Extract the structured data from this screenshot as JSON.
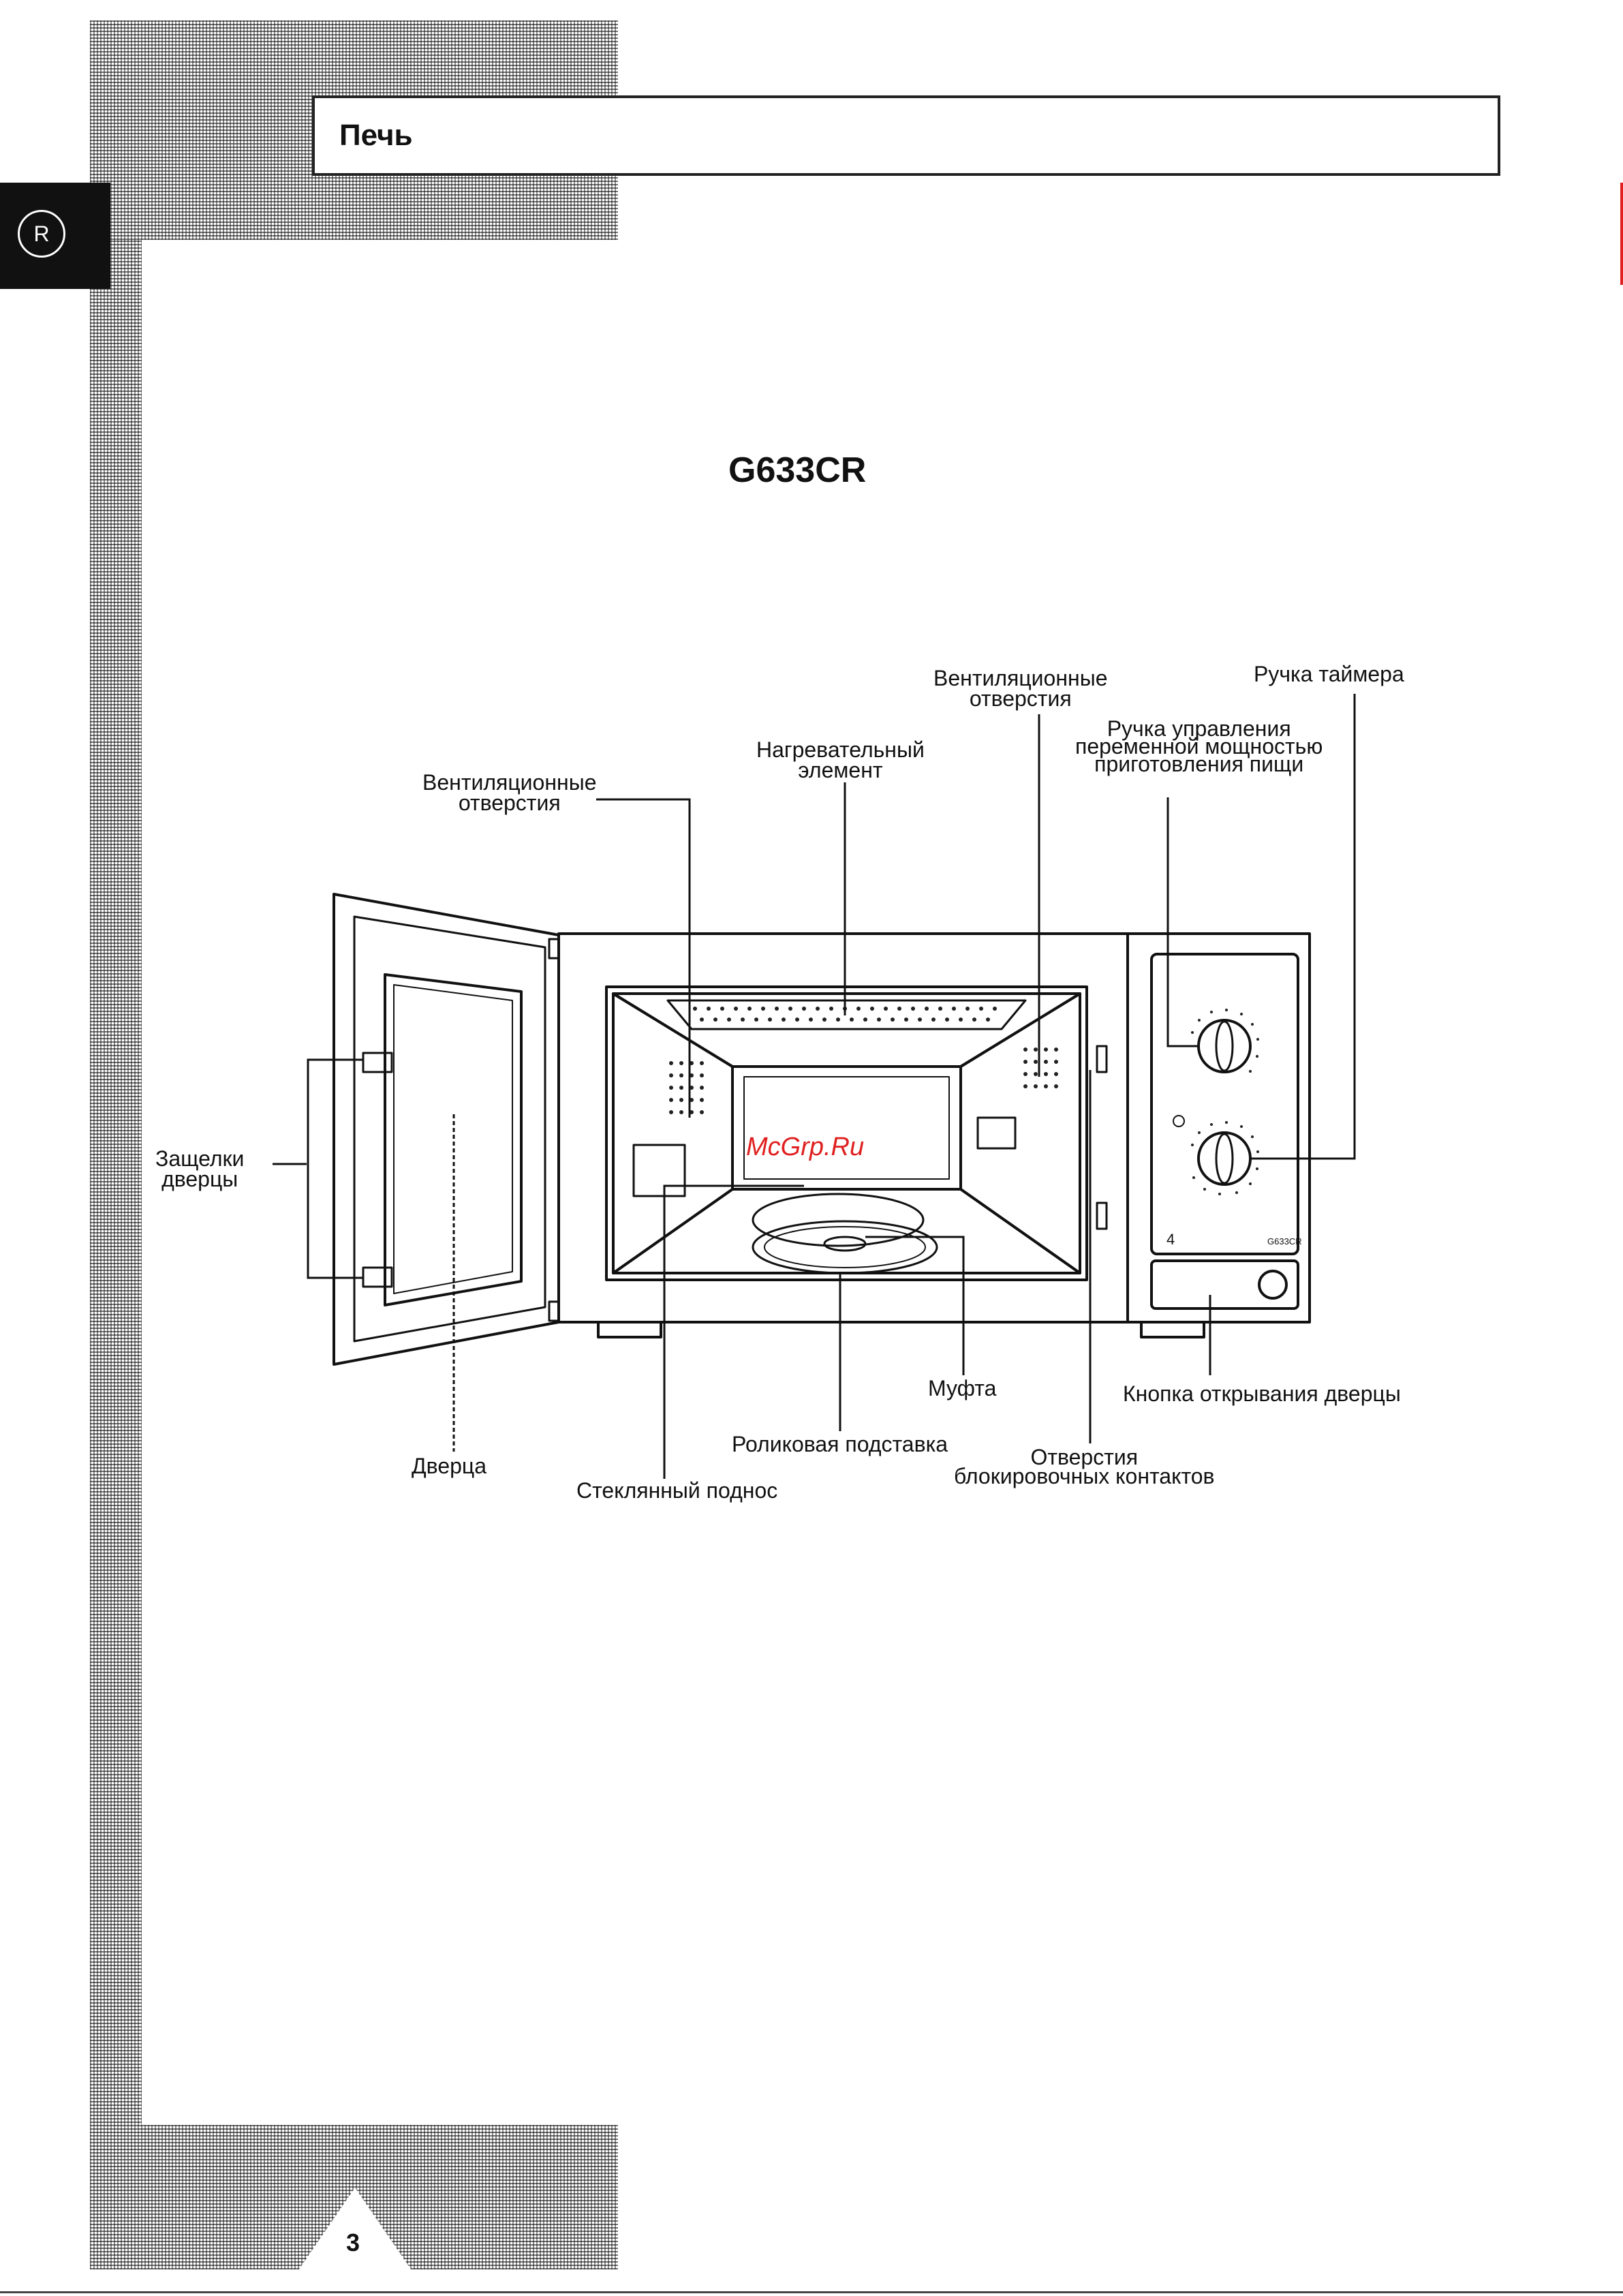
{
  "header": {
    "title": "Печь"
  },
  "language_tab": {
    "letter": "R"
  },
  "model": "G633CR",
  "watermark": "McGrp.Ru",
  "page_number": "3",
  "labels": {
    "vent_left": [
      "Вентиляционные",
      "отверстия"
    ],
    "heater": [
      "Нагревательный",
      "элемент"
    ],
    "vent_right": [
      "Вентиляционные",
      "отверстия"
    ],
    "power_knob": [
      "Ручка управления",
      "переменной мощностью",
      "приготовления пищи"
    ],
    "timer_knob": "Ручка таймера",
    "door_latches": [
      "Защелки",
      "дверцы"
    ],
    "door": "Дверца",
    "glass_tray": "Стеклянный поднос",
    "roller_ring": "Роликовая подставка",
    "coupler": "Муфта",
    "interlock_holes": [
      "Отверстия",
      "блокировочных контактов"
    ],
    "door_release": "Кнопка открывания дверцы"
  },
  "panel_model_text": "G633CR"
}
